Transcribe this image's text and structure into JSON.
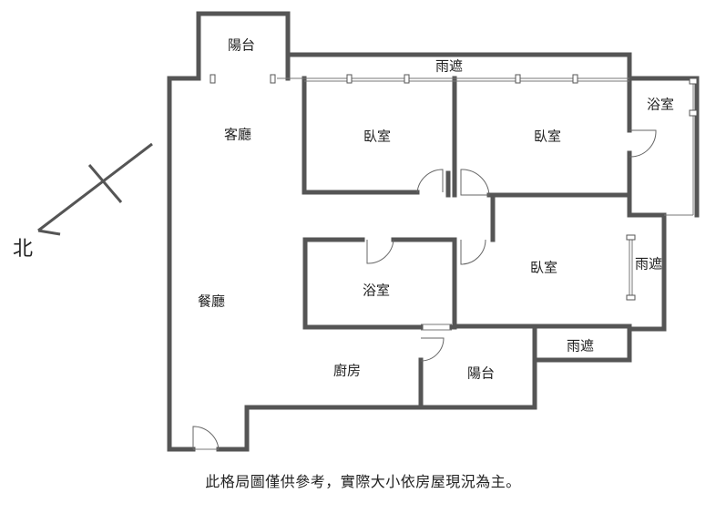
{
  "rooms": {
    "balcony_top": "陽台",
    "living_room": "客廳",
    "canopy_top": "雨遮",
    "bedroom_1": "臥室",
    "bedroom_2": "臥室",
    "bathroom_right": "浴室",
    "bedroom_3": "臥室",
    "canopy_right": "雨遮",
    "bathroom_center": "浴室",
    "dining_room": "餐廳",
    "kitchen": "廚房",
    "balcony_bottom": "陽台",
    "canopy_bottom": "雨遮"
  },
  "compass": {
    "label": "北"
  },
  "disclaimer": "此格局圖僅供參考，實際大小依房屋現況為主。"
}
